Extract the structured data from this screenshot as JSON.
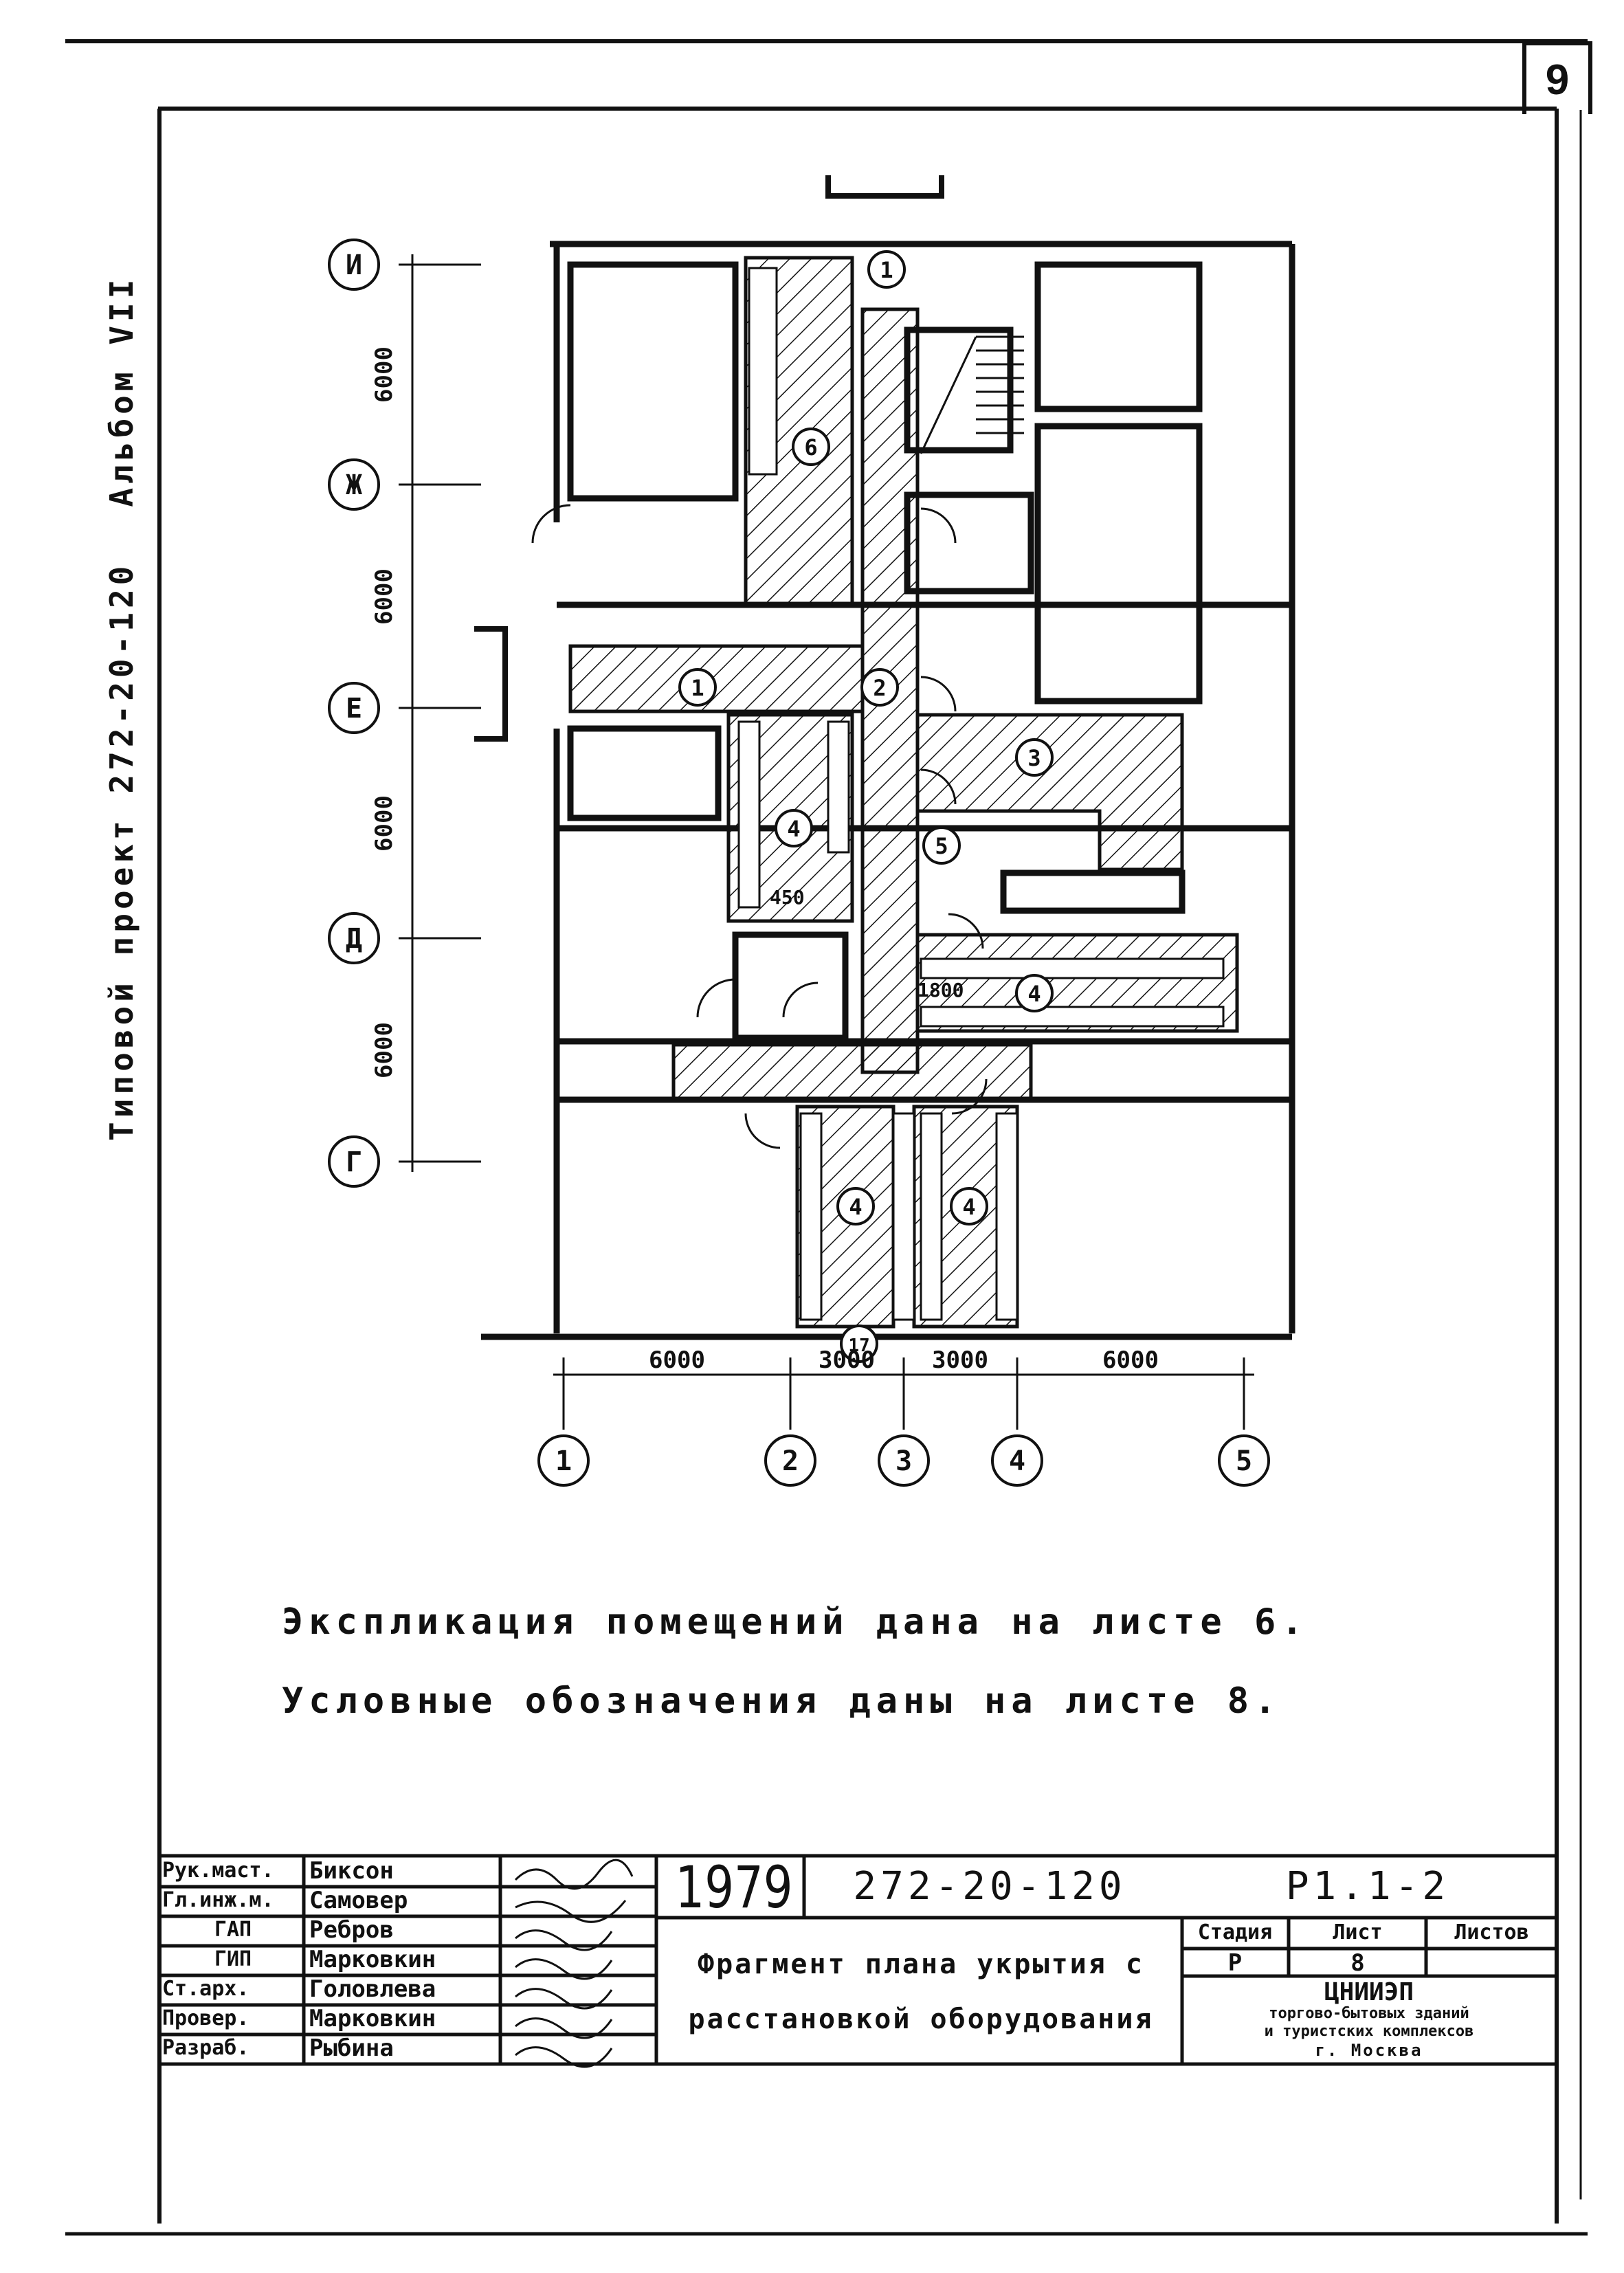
{
  "sheet_number": "9",
  "side_title": {
    "project": "Типовой проект 272-20-120",
    "album": "Альбом VII"
  },
  "axes": {
    "rows": [
      {
        "label": "И",
        "dim": "6000"
      },
      {
        "label": "Ж",
        "dim": "6000"
      },
      {
        "label": "Е",
        "dim": "6000"
      },
      {
        "label": "Д",
        "dim": "6000"
      },
      {
        "label": "Г",
        "dim": ""
      }
    ],
    "columns": [
      {
        "label": "1",
        "dim": "6000"
      },
      {
        "label": "2",
        "dim": "3000"
      },
      {
        "label": "3",
        "dim": "3000"
      },
      {
        "label": "4",
        "dim": "6000"
      },
      {
        "label": "5",
        "dim": ""
      }
    ]
  },
  "room_markers": [
    "1",
    "1",
    "2",
    "3",
    "4",
    "5",
    "4",
    "4",
    "4",
    "6",
    "17"
  ],
  "plan_dims": [
    "450",
    "1800"
  ],
  "notes": [
    "Экспликация помещений дана на листе 6.",
    "Условные обозначения даны на листе 8."
  ],
  "title_block": {
    "staff": [
      {
        "role": "Рук.маст.",
        "name": "Биксон"
      },
      {
        "role": "Гл.инж.м.",
        "name": "Самовер"
      },
      {
        "role": "ГАП",
        "name": "Ребров"
      },
      {
        "role": "ГИП",
        "name": "Марковкин"
      },
      {
        "role": "Ст.арх.",
        "name": "Головлева"
      },
      {
        "role": "Провер.",
        "name": "Марковкин"
      },
      {
        "role": "Разраб.",
        "name": "Рыбина"
      }
    ],
    "year": "1979",
    "project_code": "272-20-120",
    "sheet_code": "Р1.1-2",
    "drawing_title_line1": "Фрагмент плана укрытия с",
    "drawing_title_line2": "расстановкой оборудования",
    "stage_header": "Стадия",
    "sheet_header": "Лист",
    "sheets_header": "Листов",
    "stage_value": "Р",
    "sheet_value": "8",
    "org_name": "ЦНИИЭП",
    "org_line1": "торгово-бытовых зданий",
    "org_line2": "и туристских комплексов",
    "org_city": "г. Москва"
  }
}
